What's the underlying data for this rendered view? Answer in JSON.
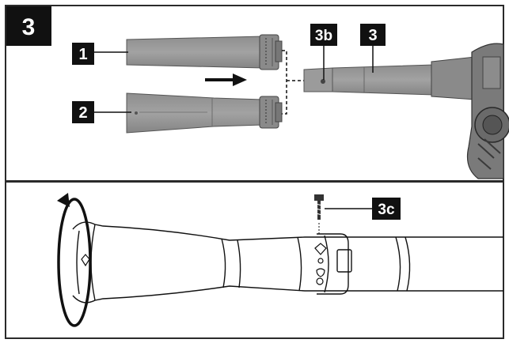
{
  "figure": {
    "step_number": "3",
    "callouts": {
      "tube_1": "1",
      "tube_2": "2",
      "part_3b": "3b",
      "part_3": "3",
      "part_3c": "3c"
    }
  }
}
